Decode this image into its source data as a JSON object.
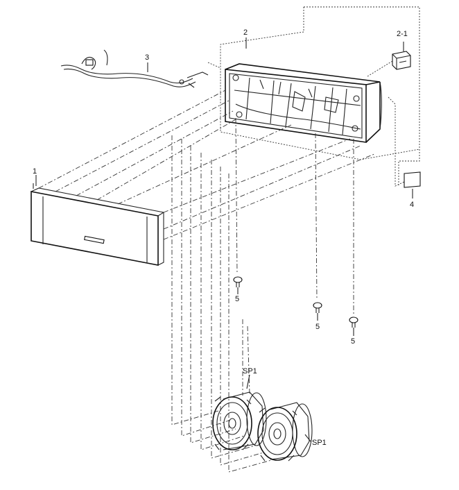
{
  "labels": {
    "front_grille": "1",
    "cabinet": "2",
    "terminal": "2-1",
    "cable": "3",
    "nameplate": "4",
    "foot_center": "5",
    "foot_middle": "5",
    "foot_right": "5",
    "speaker_top": "SP1",
    "speaker_bottom": "SP1"
  }
}
